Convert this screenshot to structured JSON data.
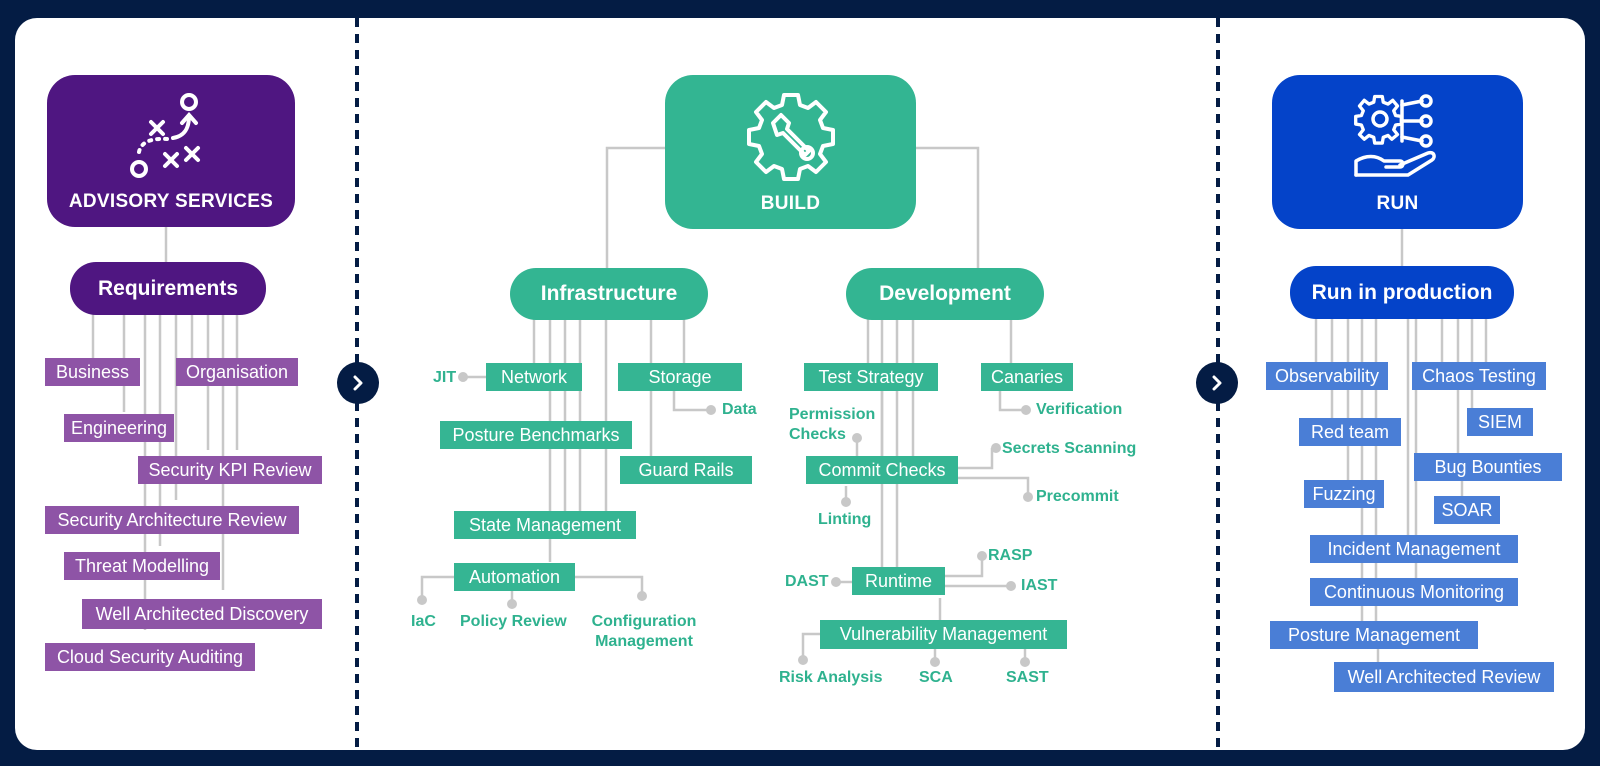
{
  "colors": {
    "background": "#041c44",
    "advisory": "#4f1681",
    "advisory_item": "#8e54a6",
    "build": "#33b592",
    "run": "#0443c9",
    "run_item": "#4a7ed6",
    "connector": "#c8c8c8"
  },
  "advisory": {
    "icon": "strategy-play-icon",
    "title": "ADVISORY SERVICES",
    "group": "Requirements",
    "items": [
      "Business",
      "Organisation",
      "Engineering",
      "Security KPI Review",
      "Security Architecture Review",
      "Threat Modelling",
      "Well Architected Discovery",
      "Cloud Security Auditing"
    ]
  },
  "build": {
    "icon": "gear-wrench-icon",
    "title": "BUILD",
    "infrastructure": {
      "label": "Infrastructure",
      "network": "Network",
      "jit": "JIT",
      "storage": "Storage",
      "data": "Data",
      "posture_benchmarks": "Posture Benchmarks",
      "guard_rails": "Guard Rails",
      "state_management": "State Management",
      "automation": "Automation",
      "iac": "IaC",
      "policy_review": "Policy Review",
      "configuration_management": "Configuration Management"
    },
    "development": {
      "label": "Development",
      "test_strategy": "Test Strategy",
      "canaries": "Canaries",
      "verification": "Verification",
      "permission_checks": "Permission Checks",
      "commit_checks": "Commit Checks",
      "secrets_scanning": "Secrets Scanning",
      "precommit": "Precommit",
      "linting": "Linting",
      "runtime": "Runtime",
      "dast": "DAST",
      "rasp": "RASP",
      "iast": "IAST",
      "vulnerability_management": "Vulnerability Management",
      "risk_analysis": "Risk Analysis",
      "sca": "SCA",
      "sast": "SAST"
    }
  },
  "run": {
    "icon": "hand-gear-network-icon",
    "title": "RUN",
    "group": "Run in production",
    "items": [
      "Observability",
      "Chaos Testing",
      "SIEM",
      "Red team",
      "Bug Bounties",
      "Fuzzing",
      "SOAR",
      "Incident Management",
      "Continuous Monitoring",
      "Posture Management",
      "Well Architected Review"
    ]
  }
}
